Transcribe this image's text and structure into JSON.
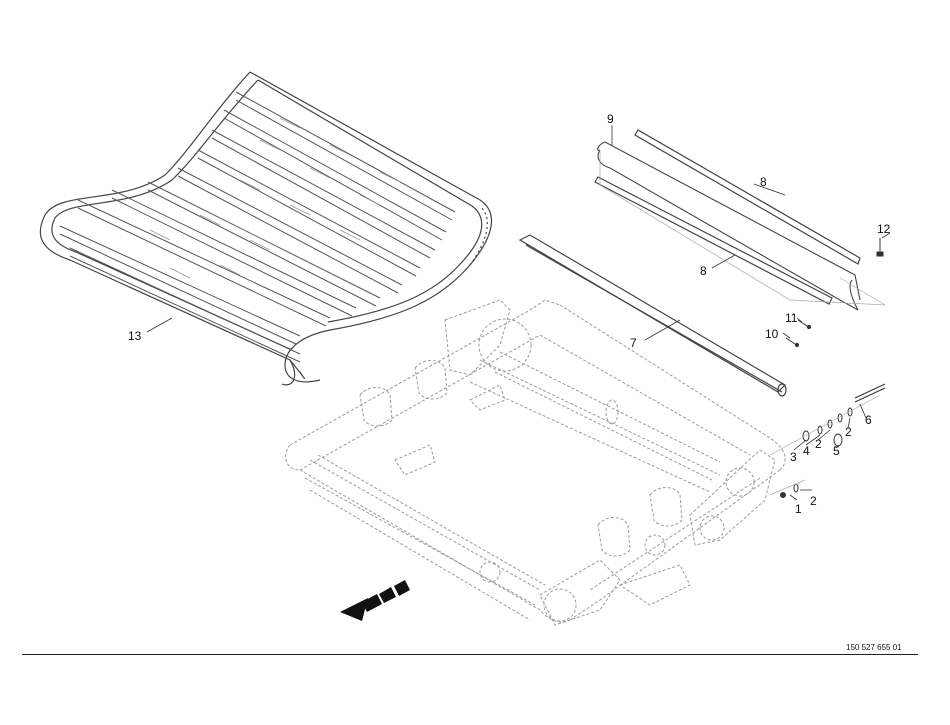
{
  "drawing": {
    "document_number": "150 527 655 01",
    "part_labels": {
      "p1": "1",
      "p2a": "2",
      "p2b": "2",
      "p2c": "2",
      "p3": "3",
      "p4": "4",
      "p5": "5",
      "p6": "6",
      "p7": "7",
      "p8a": "8",
      "p8b": "8",
      "p9": "9",
      "p10": "10",
      "p11": "11",
      "p12": "12",
      "p13": "13"
    },
    "colors": {
      "line": "#333333",
      "dashed": "#9a9a9a",
      "background": "#ffffff"
    }
  }
}
